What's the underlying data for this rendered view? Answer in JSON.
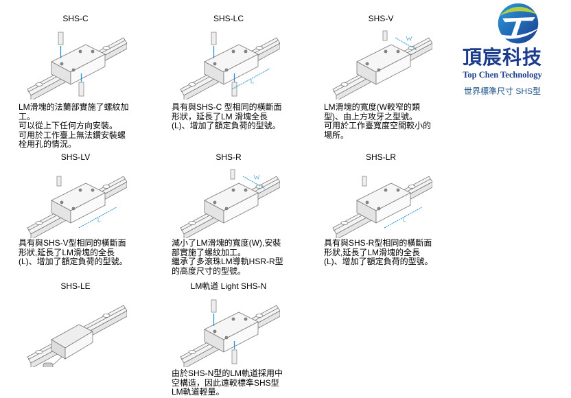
{
  "brand": {
    "name_cn": "頂宸科技",
    "name_en": "Top Chen Technology",
    "subtitle": "世界標準尺寸 SHS型",
    "colors": {
      "blue": "#1b3c8c",
      "green": "#a8c63a",
      "cyan": "#2a8fd0"
    }
  },
  "products": [
    {
      "title": "SHS-C",
      "variant": "bolt",
      "desc": [
        "LM滑塊的法蘭部實施了螺紋加",
        "工。",
        "可以從上下任何方向安裝。",
        "可用於工作臺上無法鑽安裝螺",
        "栓用孔的情況。"
      ]
    },
    {
      "title": "SHS-LC",
      "variant": "bolt-l",
      "desc": [
        "具有與SHS-C 型相同的橫斷面",
        "形狀，延長了LM 滑塊全長",
        "(L)、增加了額定負荷的型號。"
      ]
    },
    {
      "title": "SHS-V",
      "variant": "w",
      "desc": [
        "LM滑塊的寬度(W較窄的類",
        "型)、由上方攻牙之型號。",
        "可用於工作臺寬度空間較小的",
        "場所。"
      ]
    },
    {
      "title": "SHS-LV",
      "variant": "l",
      "desc": [
        "具有與SHS-V型相同的橫斷面",
        "形狀,延長了LM滑塊的全長",
        "(L)、增加了額定負荷的型號。"
      ]
    },
    {
      "title": "SHS-R",
      "variant": "w",
      "desc": [
        "減小了LM滑塊的寬度(W),安裝",
        "部實施了螺紋加工。",
        "繼承了多滾珠LM導軌HSR-R型",
        "的高度尺寸的型號。"
      ]
    },
    {
      "title": "SHS-LR",
      "variant": "l",
      "desc": [
        "具有與SHS-R型相同的橫斷面",
        "形狀,延長了LM滑塊的全長",
        "(L)、增加了額定負荷的型號。"
      ]
    },
    {
      "title": "SHS-LE",
      "variant": "le",
      "desc": []
    },
    {
      "title": "LM軌道 Light SHS-N",
      "variant": "bolt",
      "desc": [
        "由於SHS-N型的LM軌道採用中",
        "空構造，因此遠較標準SHS型",
        "LM軌道輕量。"
      ]
    }
  ]
}
